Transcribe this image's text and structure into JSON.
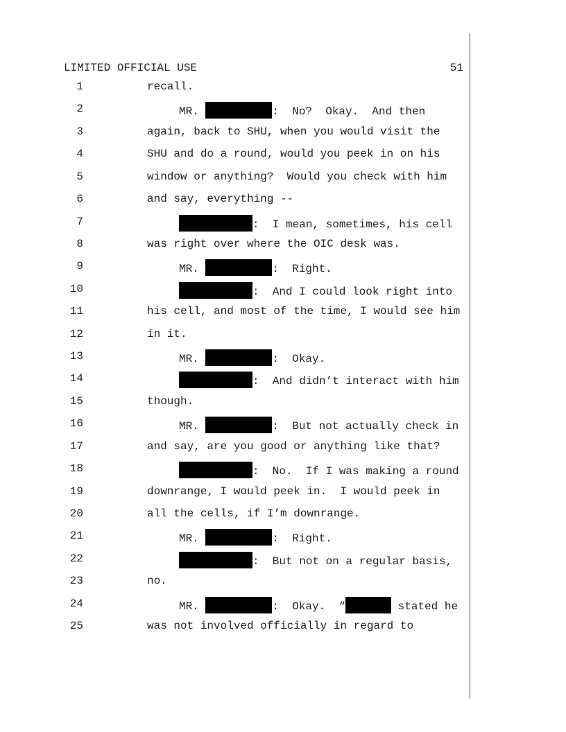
{
  "header": {
    "classification": "LIMITED OFFICIAL USE",
    "page_number": "51"
  },
  "lines": [
    {
      "n": "1",
      "indent": false,
      "segs": [
        {
          "t": "recall."
        }
      ]
    },
    {
      "n": "2",
      "indent": true,
      "segs": [
        {
          "t": "MR. "
        },
        {
          "r": "name"
        },
        {
          "t": ":  No?  Okay.  And then"
        }
      ]
    },
    {
      "n": "3",
      "indent": false,
      "segs": [
        {
          "t": "again, back to SHU, when you would visit the"
        }
      ]
    },
    {
      "n": "4",
      "indent": false,
      "segs": [
        {
          "t": "SHU and do a round, would you peek in on his"
        }
      ]
    },
    {
      "n": "5",
      "indent": false,
      "segs": [
        {
          "t": "window or anything?  Would you check with him"
        }
      ]
    },
    {
      "n": "6",
      "indent": false,
      "segs": [
        {
          "t": "and say, everything --"
        }
      ]
    },
    {
      "n": "7",
      "indent": true,
      "segs": [
        {
          "r": "witness"
        },
        {
          "t": ":  I mean, sometimes, his cell"
        }
      ]
    },
    {
      "n": "8",
      "indent": false,
      "segs": [
        {
          "t": "was right over where the OIC desk was."
        }
      ]
    },
    {
      "n": "9",
      "indent": true,
      "segs": [
        {
          "t": "MR. "
        },
        {
          "r": "name"
        },
        {
          "t": ":  Right."
        }
      ]
    },
    {
      "n": "10",
      "indent": true,
      "segs": [
        {
          "r": "witness"
        },
        {
          "t": ":  And I could look right into"
        }
      ]
    },
    {
      "n": "11",
      "indent": false,
      "segs": [
        {
          "t": "his cell, and most of the time, I would see him"
        }
      ]
    },
    {
      "n": "12",
      "indent": false,
      "segs": [
        {
          "t": "in it."
        }
      ]
    },
    {
      "n": "13",
      "indent": true,
      "segs": [
        {
          "t": "MR. "
        },
        {
          "r": "name"
        },
        {
          "t": ":  Okay."
        }
      ]
    },
    {
      "n": "14",
      "indent": true,
      "segs": [
        {
          "r": "witness"
        },
        {
          "t": ":  And didn’t interact with him"
        }
      ]
    },
    {
      "n": "15",
      "indent": false,
      "segs": [
        {
          "t": "though."
        }
      ]
    },
    {
      "n": "16",
      "indent": true,
      "segs": [
        {
          "t": "MR. "
        },
        {
          "r": "name"
        },
        {
          "t": ":  But not actually check in"
        }
      ]
    },
    {
      "n": "17",
      "indent": false,
      "segs": [
        {
          "t": "and say, are you good or anything like that?"
        }
      ]
    },
    {
      "n": "18",
      "indent": true,
      "segs": [
        {
          "r": "witness"
        },
        {
          "t": ":  No.  If I was making a round"
        }
      ]
    },
    {
      "n": "19",
      "indent": false,
      "segs": [
        {
          "t": "downrange, I would peek in.  I would peek in"
        }
      ]
    },
    {
      "n": "20",
      "indent": false,
      "segs": [
        {
          "t": "all the cells, if I’m downrange."
        }
      ]
    },
    {
      "n": "21",
      "indent": true,
      "segs": [
        {
          "t": "MR. "
        },
        {
          "r": "name"
        },
        {
          "t": ":  Right."
        }
      ]
    },
    {
      "n": "22",
      "indent": true,
      "segs": [
        {
          "r": "witness"
        },
        {
          "t": ":  But not on a regular basis,"
        }
      ]
    },
    {
      "n": "23",
      "indent": false,
      "segs": [
        {
          "t": "no."
        }
      ]
    },
    {
      "n": "24",
      "indent": true,
      "segs": [
        {
          "t": "MR. "
        },
        {
          "r": "name"
        },
        {
          "t": ":  Okay.  “"
        },
        {
          "r": "short"
        },
        {
          "t": " stated he"
        }
      ]
    },
    {
      "n": "25",
      "indent": false,
      "segs": [
        {
          "t": "was not involved officially in regard to"
        }
      ]
    }
  ]
}
